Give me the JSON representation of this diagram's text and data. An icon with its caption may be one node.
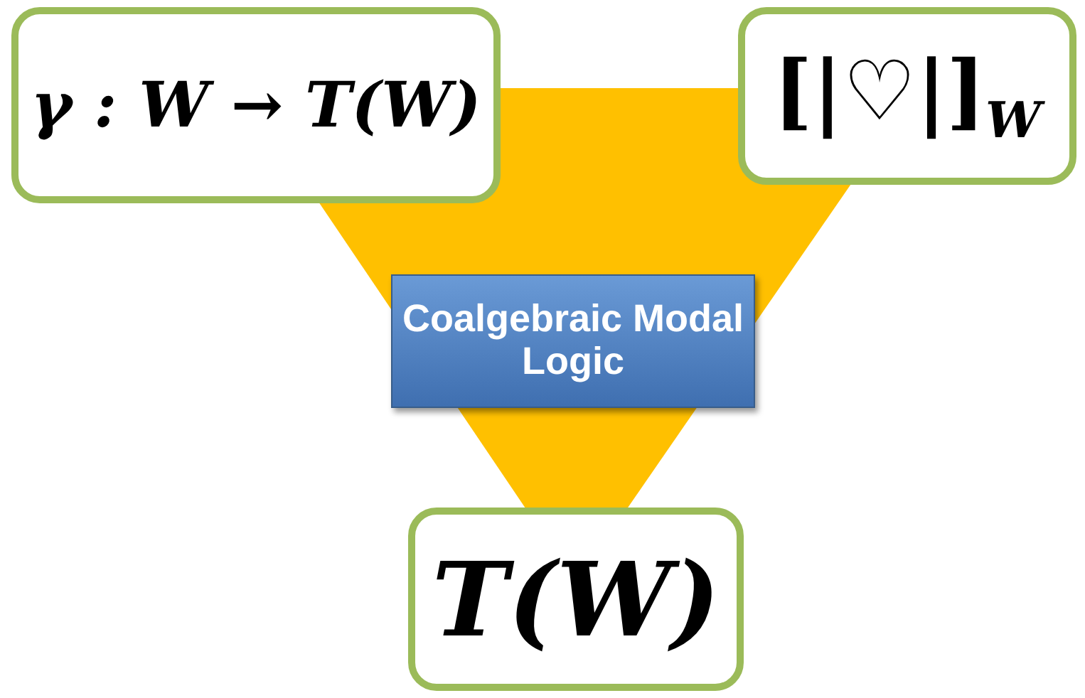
{
  "diagram": {
    "nodes": [
      {
        "text": [
          "γ : W → T(W)"
        ]
      },
      {
        "text": [
          "[|♡|]$_{W}$"
        ]
      },
      {
        "text": [
          "Coalgebraic Modal Logic"
        ]
      },
      {
        "text": [
          "T(W)"
        ]
      }
    ]
  }
}
